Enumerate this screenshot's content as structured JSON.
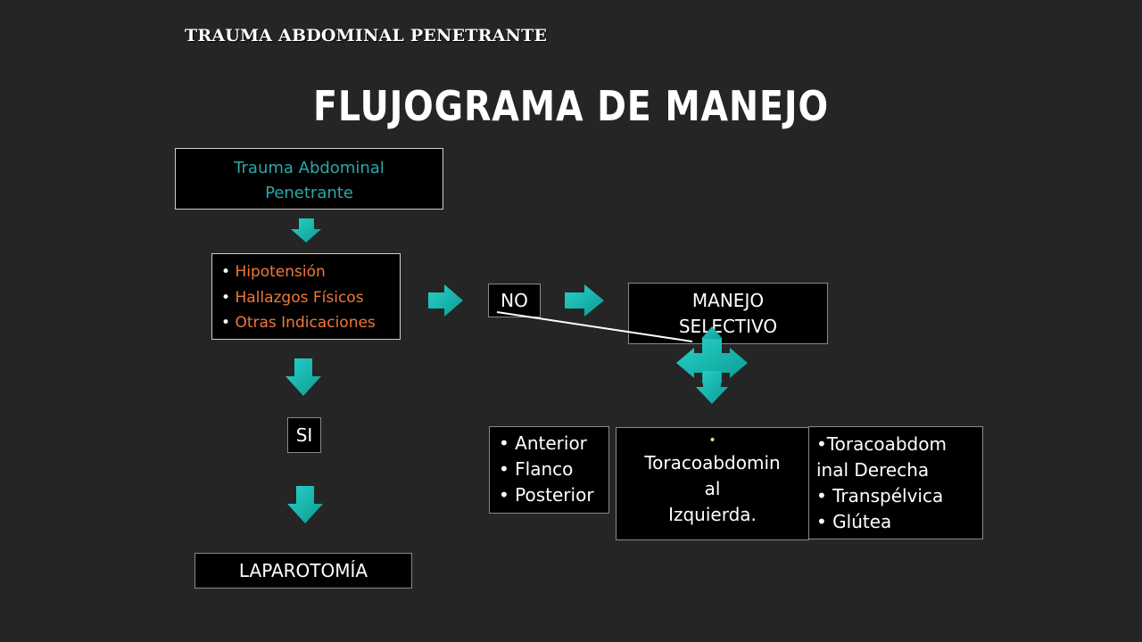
{
  "header": {
    "subtitle": "TRAUMA ABDOMINAL PENETRANTE",
    "title": "FLUJOGRAMA DE MANEJO"
  },
  "colors": {
    "background": "#252525",
    "arrow_teal": "#17b8b0",
    "teal_text": "#2aa8a8",
    "orange_text": "#f07838"
  },
  "nodes": {
    "start": {
      "line1": "Trauma Abdominal",
      "line2": "Penetrante"
    },
    "criteria": [
      "Hipotensión",
      "Hallazgos Físicos",
      "Otras Indicaciones"
    ],
    "no": "NO",
    "si": "SI",
    "selective": {
      "line1": "MANEJO",
      "line2": "SELECTIVO"
    },
    "laparotomy": "LAPAROTOMÍA",
    "regions_a": [
      "Anterior",
      "Flanco",
      "Posterior"
    ],
    "regions_b": {
      "bullet": "•",
      "line1": "Toracoabdomin",
      "line2": "al",
      "line3": "Izquierda."
    },
    "regions_c": [
      "Toracoabdom",
      "inal Derecha",
      "Transpélvica",
      "Glútea"
    ]
  }
}
